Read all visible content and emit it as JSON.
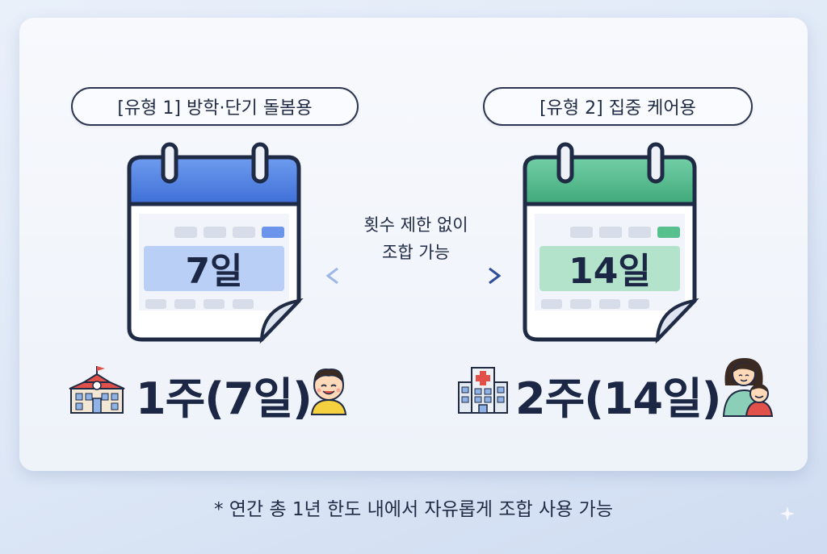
{
  "type1": {
    "tag": "[유형 1] 방학·단기 돌봄용",
    "calendar_value": "7일",
    "period": "1주(7일)",
    "calendar_color": "#4f7fe0",
    "icons": [
      "school-icon",
      "child-face-icon"
    ]
  },
  "type2": {
    "tag": "[유형 2] 집중 케어용",
    "calendar_value": "14일",
    "period": "2주(14일)",
    "calendar_color": "#4db88a",
    "icons": [
      "hospital-icon",
      "mother-child-icon"
    ]
  },
  "middle": {
    "line1": "횟수 제한 없이",
    "line2": "조합 가능"
  },
  "footnote": "* 연간 총 1년 한도 내에서 자유롭게 조합 사용 가능"
}
